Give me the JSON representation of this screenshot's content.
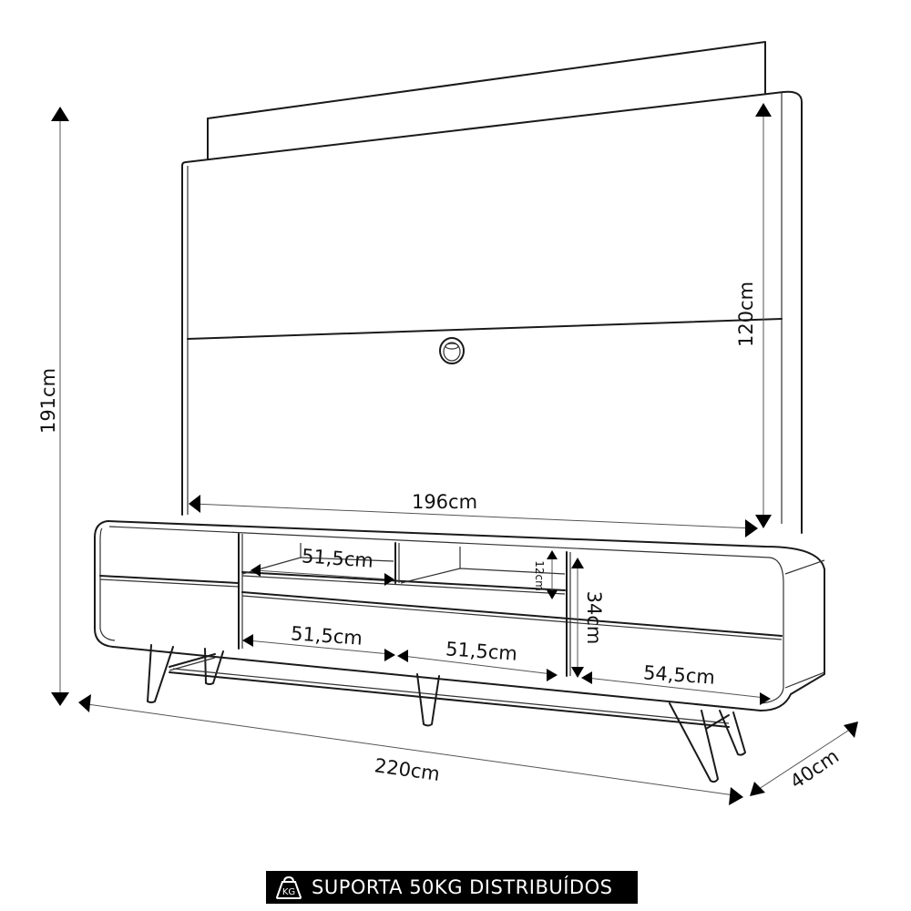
{
  "diagram": {
    "subject": "TV rack with wall panel (home theater)",
    "dimensions": {
      "total_height": "191cm",
      "panel_height": "120cm",
      "panel_width": "196cm",
      "total_width": "220cm",
      "depth": "40cm",
      "niche_width": "51,5cm",
      "drawer_left_width": "51,5cm",
      "drawer_right_width": "51,5cm",
      "door_width": "54,5cm",
      "niche_height": "12cm",
      "body_height": "34cm"
    }
  },
  "banner": {
    "icon": "kg-weight-icon",
    "text": "SUPORTA 50KG DISTRIBUÍDOS",
    "background": "#000000",
    "color": "#ffffff"
  }
}
